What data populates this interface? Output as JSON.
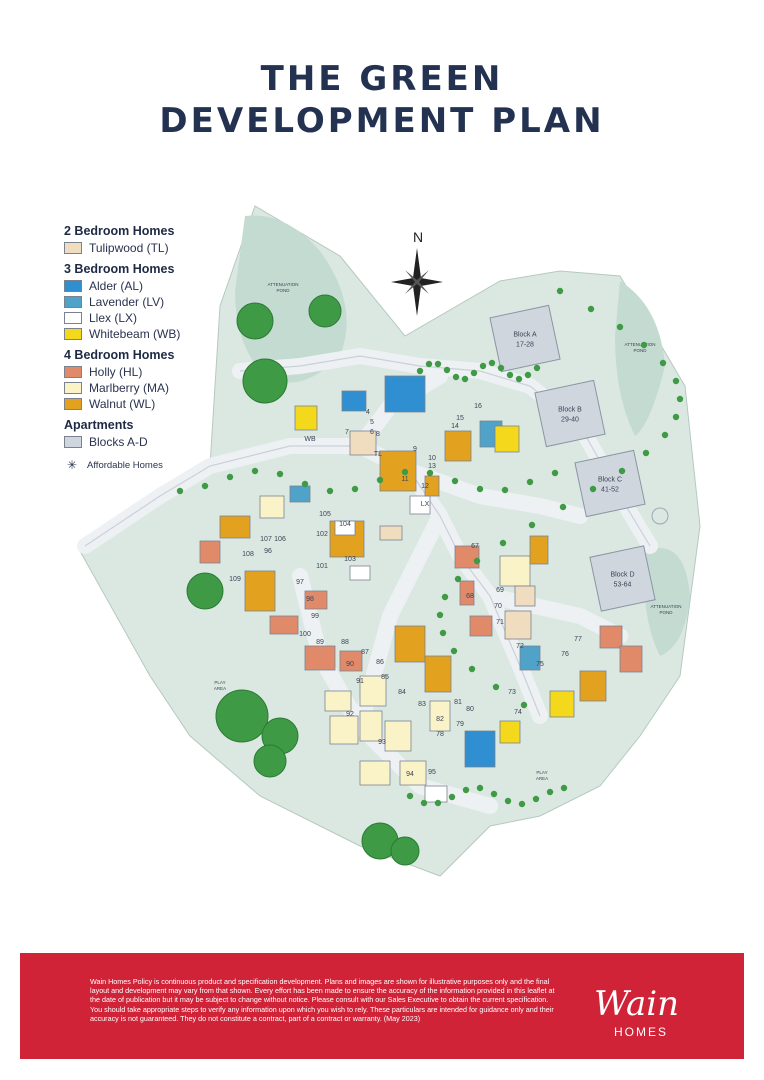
{
  "title_line1": "THE GREEN",
  "title_line2": "DEVELOPMENT PLAN",
  "legend": {
    "sections": [
      {
        "heading": "2 Bedroom Homes",
        "items": [
          {
            "label": "Tulipwood (TL)",
            "color": "#f0dcbf"
          }
        ]
      },
      {
        "heading": "3 Bedroom Homes",
        "items": [
          {
            "label": "Alder (AL)",
            "color": "#2f8fd0"
          },
          {
            "label": "Lavender (LV)",
            "color": "#4fa3c8"
          },
          {
            "label": "Llex (LX)",
            "color": "#ffffff"
          },
          {
            "label": "Whitebeam (WB)",
            "color": "#f4d81c"
          }
        ]
      },
      {
        "heading": "4 Bedroom Homes",
        "items": [
          {
            "label": "Holly (HL)",
            "color": "#e08a6a"
          },
          {
            "label": "Marlberry (MA)",
            "color": "#fbf3c8"
          },
          {
            "label": "Walnut (WL)",
            "color": "#e2a21f"
          }
        ]
      },
      {
        "heading": "Apartments",
        "items": [
          {
            "label": "Blocks A-D",
            "color": "#cfd6de"
          }
        ]
      }
    ],
    "affordable": "Affordable Homes",
    "affordable_icon": "asterisk-icon"
  },
  "compass": {
    "label": "N",
    "icon": "compass-rose-icon"
  },
  "map": {
    "ponds": [
      "ATTENUATION POND",
      "ATTENUATION POND",
      "ATTENUATION POND"
    ],
    "play_areas": [
      "PLAY AREA",
      "PLAY AREA"
    ],
    "blocks": [
      "Block A 17-28",
      "Block B 29-40",
      "Block C 41-52",
      "Block D 53-64"
    ],
    "plot_labels": [
      "4",
      "5",
      "6",
      "7",
      "8",
      "9",
      "10",
      "11",
      "12",
      "13",
      "14",
      "15",
      "16",
      "67",
      "68",
      "69",
      "70",
      "71",
      "72",
      "73",
      "74",
      "75",
      "76",
      "77",
      "78",
      "79",
      "80",
      "81",
      "82",
      "83",
      "84",
      "85",
      "86",
      "87",
      "88",
      "89",
      "90",
      "91",
      "92",
      "93",
      "94",
      "95",
      "96",
      "97",
      "98",
      "99",
      "100",
      "101",
      "102",
      "103",
      "104",
      "105",
      "106",
      "107",
      "108",
      "109",
      "WB",
      "TL",
      "LX"
    ],
    "colors": {
      "grass": "#dbe8e2",
      "road": "#e6e9ec",
      "tree": "#3f9a45",
      "pond": "#c4dbd2"
    }
  },
  "footer": {
    "policy": "Wain Homes Policy is continuous product and specification development. Plans and images are shown for illustrative purposes only and the final layout and development may vary from that shown. Every effort has been made to ensure the accuracy of the information provided in this leaflet at the date of publication but it may be subject to change without notice. Please consult with our Sales Executive to obtain the current specification. You should take appropriate steps to verify any information upon which you wish to rely. These particulars are intended for guidance only and their accuracy is not guaranteed. They do not constitute a contract, part of a contract or warranty. (May 2023)",
    "logo_script": "Wain",
    "logo_sub": "HOMES",
    "color": "#d12338"
  }
}
